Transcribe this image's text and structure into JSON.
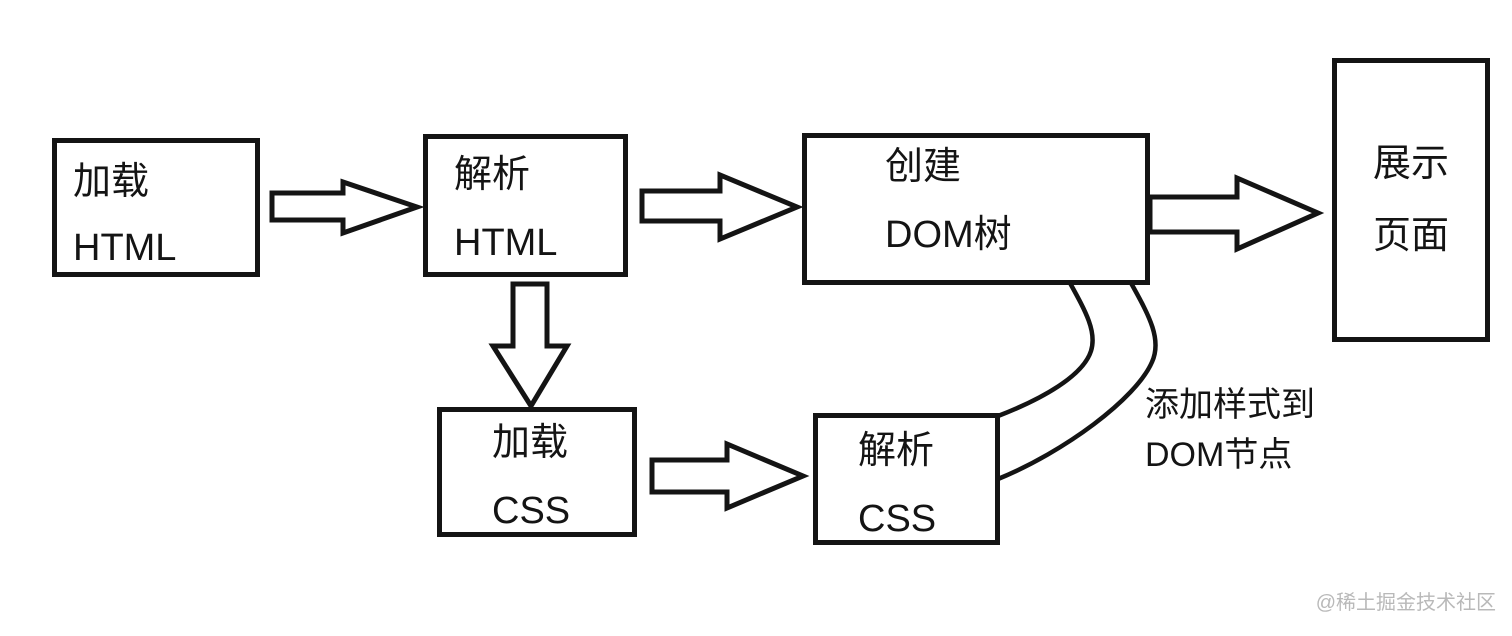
{
  "boxes": {
    "load_html": {
      "line1": "加载",
      "line2": "HTML"
    },
    "parse_html": {
      "line1": "解析",
      "line2": "HTML"
    },
    "create_dom_tree": {
      "line1": "创建",
      "line2": "DOM树"
    },
    "display_page": {
      "line1": "展示",
      "line2": "页面"
    },
    "load_css": {
      "line1": "加载",
      "line2": "CSS"
    },
    "parse_css": {
      "line1": "解析",
      "line2": "CSS"
    }
  },
  "annotation": {
    "line1": "添加样式到",
    "line2": "DOM节点"
  },
  "watermark": "@稀土掘金技术社区",
  "connectors": {
    "load_html_to_parse_html": "right-arrow",
    "parse_html_to_create_dom_tree": "right-arrow",
    "create_dom_tree_to_display_page": "right-arrow",
    "parse_html_to_load_css": "down-arrow",
    "load_css_to_parse_css": "right-arrow",
    "parse_css_to_create_dom_tree": "curved-band"
  },
  "colors": {
    "stroke": "#141414",
    "background": "#ffffff",
    "text": "#141414",
    "watermark": "#b9b9b9"
  }
}
